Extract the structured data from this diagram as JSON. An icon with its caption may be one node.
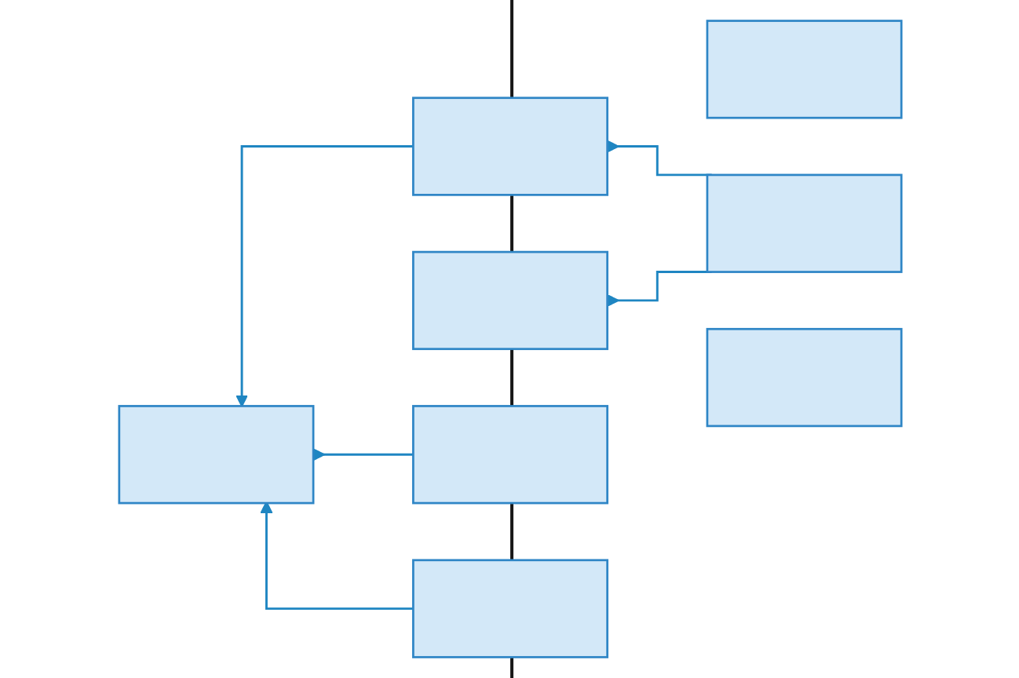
{
  "diagram": {
    "nodes": [
      {
        "text": [],
        "shape": "box"
      },
      {
        "text": [],
        "shape": "box"
      },
      {
        "text": [],
        "shape": "box"
      },
      {
        "text": [],
        "shape": "box"
      },
      {
        "text": [],
        "shape": "box"
      },
      {
        "text": [],
        "shape": "box"
      },
      {
        "text": [],
        "shape": "box"
      },
      {
        "text": [],
        "shape": "box"
      }
    ],
    "edges": [
      {
        "from": 2,
        "to": 3,
        "arrow": "to"
      },
      {
        "from": 2,
        "to": 1,
        "arrow": "to"
      },
      {
        "from": 1,
        "to": 5,
        "arrow": "to"
      },
      {
        "from": 6,
        "to": 5,
        "arrow": "to"
      },
      {
        "from": 7,
        "to": 5,
        "arrow": "to"
      }
    ]
  }
}
